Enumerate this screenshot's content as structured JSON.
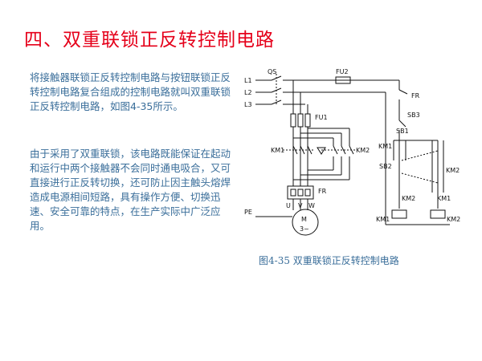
{
  "slide": {
    "title": "四、双重联锁正反转控制电路",
    "paragraph1": "将接触器联锁正反转控制电路与按钮联锁正反转控制电路复合组成的控制电路就叫双重联锁正反转控制电路，如图4-35所示。",
    "paragraph2": "由于采用了双重联锁，该电路既能保证在起动和运行中两个接触器不会同时通电吸合，又可直接进行正反转切换，还可防止因主触头熔焊造成电源相间短路，具有操作方便、切换迅速、安全可靠的特点，在生产实际中广泛应用。"
  },
  "figure": {
    "caption": "图4-35  双重联锁正反转控制电路",
    "labels": {
      "L1": "L1",
      "L2": "L2",
      "L3": "L3",
      "QS": "QS",
      "FU2": "FU2",
      "FU1": "FU1",
      "KM1_main": "KM1",
      "KM2_main": "KM2",
      "FR_main": "FR",
      "U": "U",
      "V": "V",
      "W": "W",
      "PE": "PE",
      "M": "M",
      "M_phase": "3~",
      "FR_ctrl": "FR",
      "SB3": "SB3",
      "SB1": "SB1",
      "SB2": "SB2",
      "KM1_hold": "KM1",
      "KM2_hold": "KM2",
      "KM2_interlock": "KM2",
      "KM1_interlock": "KM1",
      "KM1_coil": "KM1",
      "KM2_coil": "KM2"
    }
  }
}
